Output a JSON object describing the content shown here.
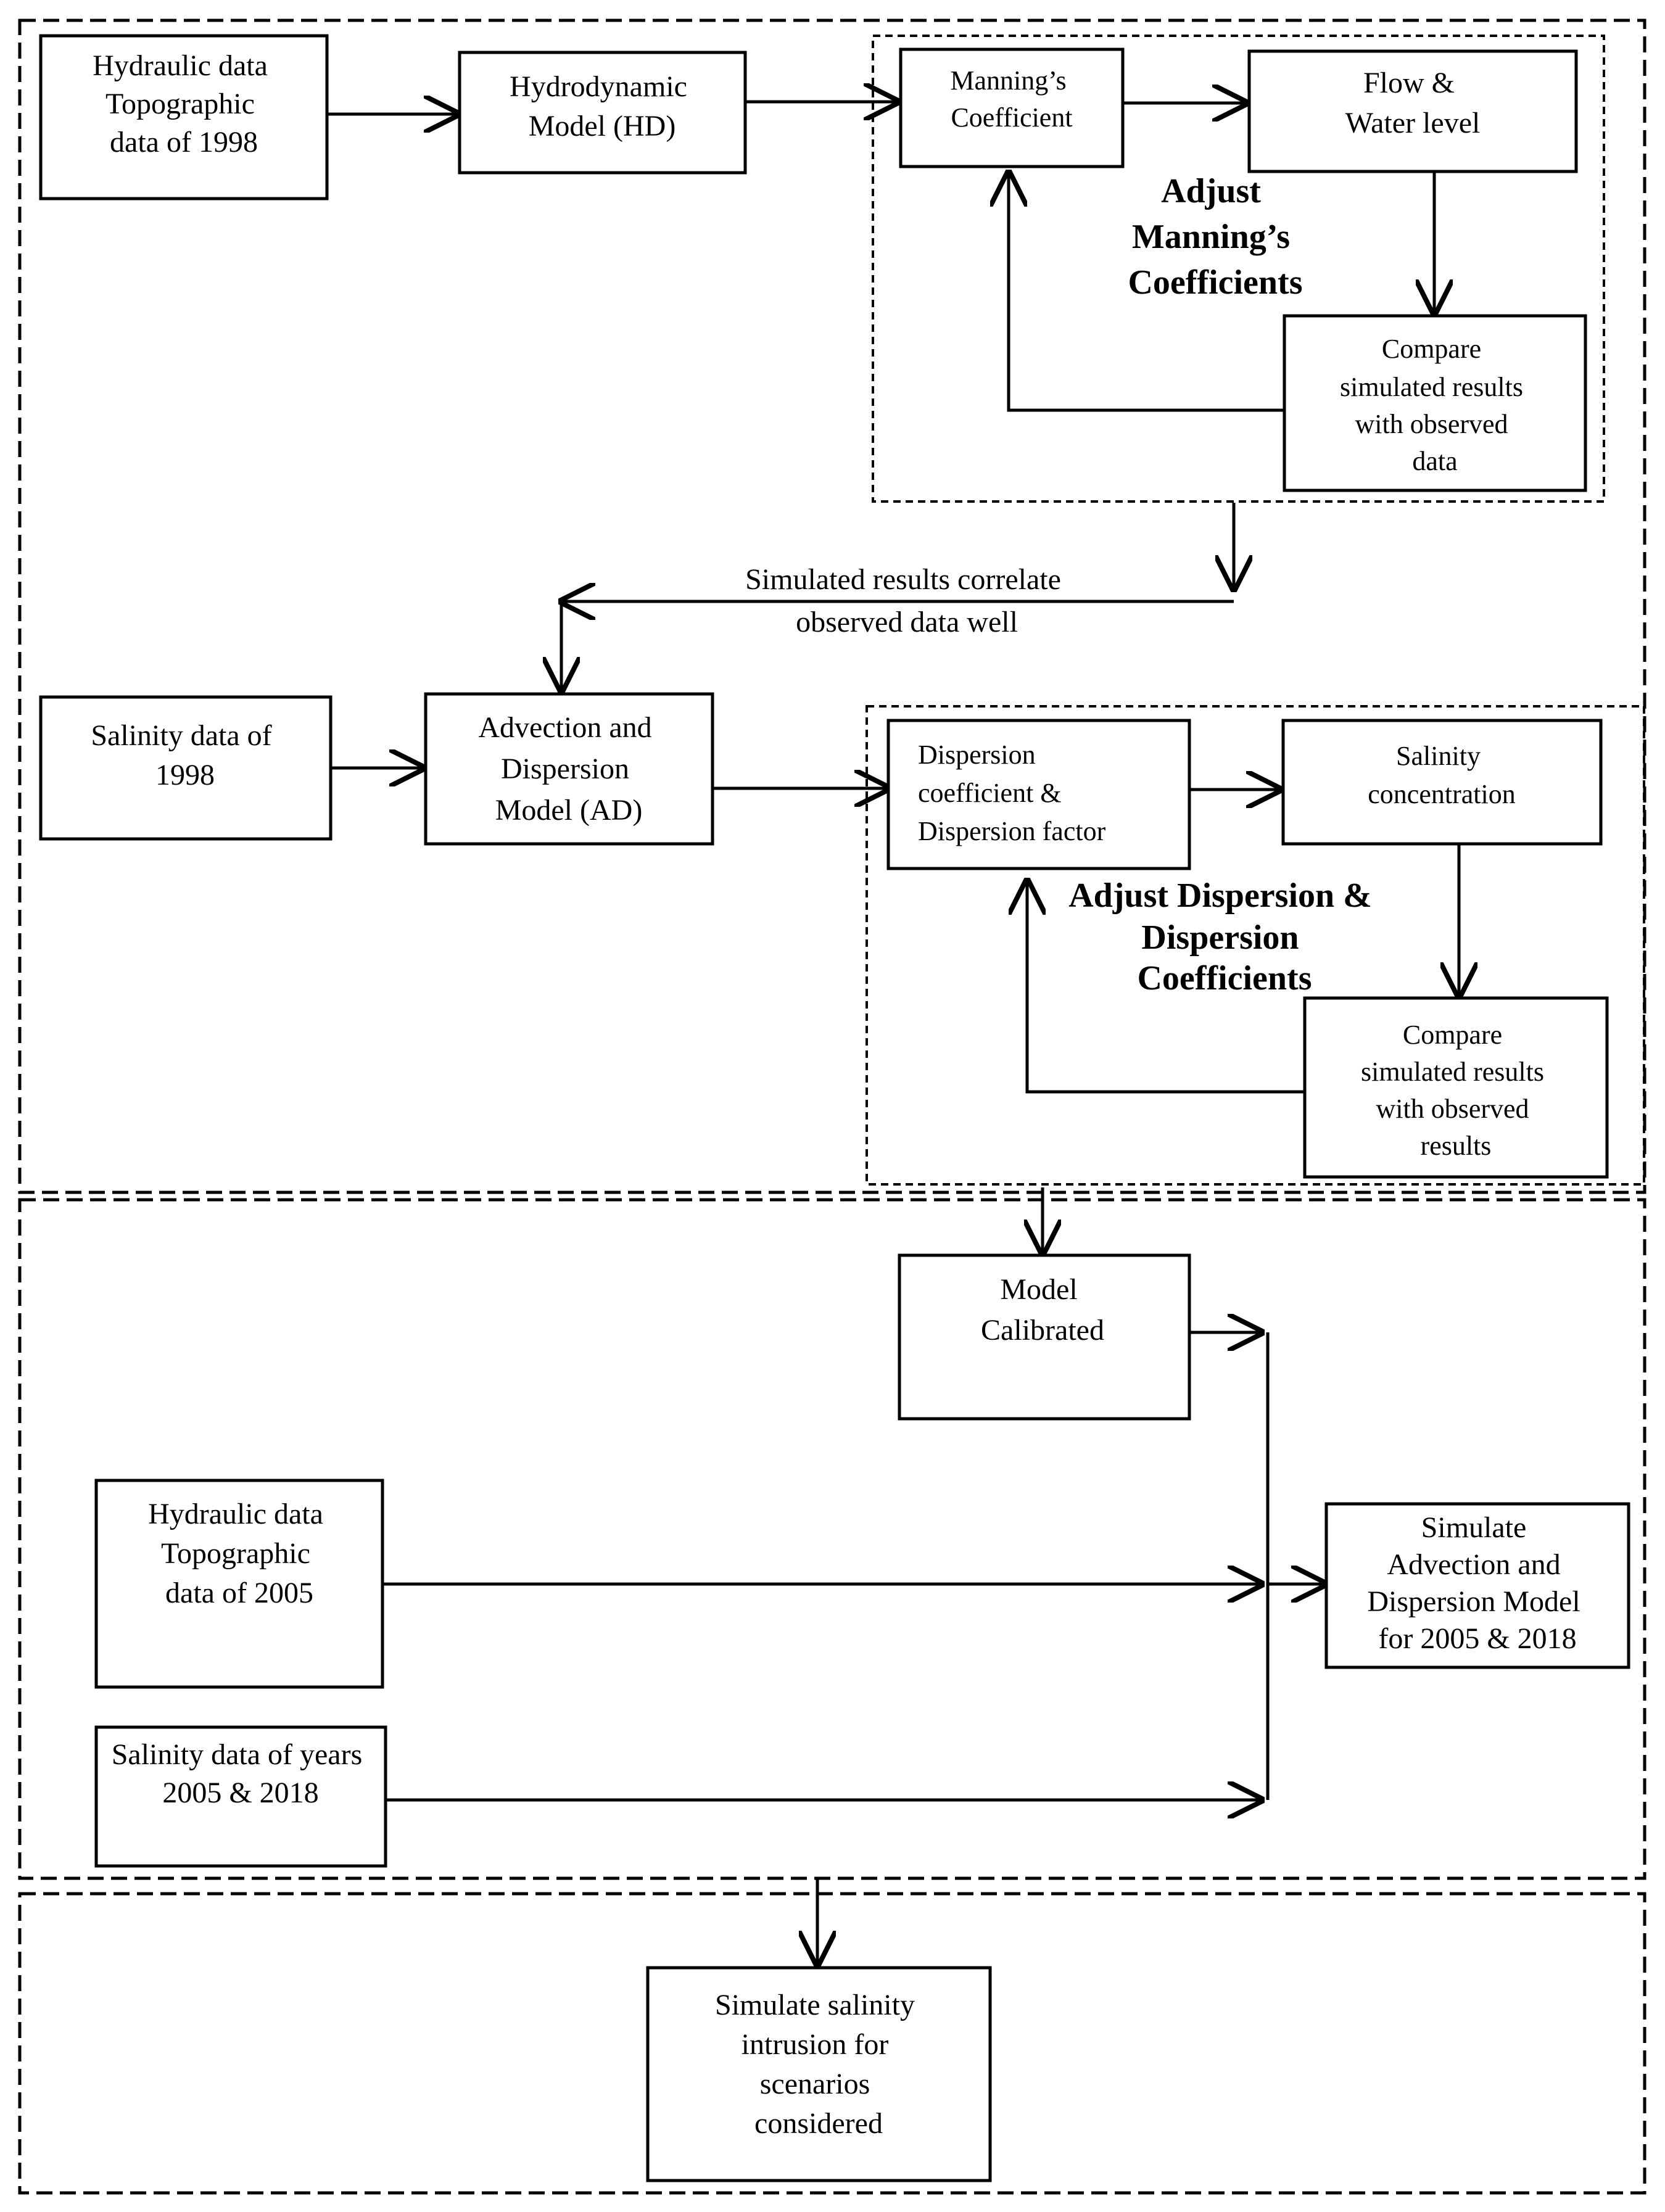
{
  "nodes": {
    "hydraulic_1998": [
      "Hydraulic data",
      "Topographic",
      "data of 1998"
    ],
    "hd_model": [
      "Hydrodynamic",
      "Model (HD)"
    ],
    "manning_coeff": [
      "Manning’s",
      "Coefficient"
    ],
    "flow_water_level": [
      "Flow &",
      "Water level"
    ],
    "adjust_manning": [
      "Adjust",
      "Manning’s",
      "Coefficients"
    ],
    "compare_hd": [
      "Compare",
      "simulated results",
      "with observed",
      "data"
    ],
    "correlate_label": [
      "Simulated results correlate",
      "observed data well"
    ],
    "salinity_1998": [
      "Salinity data of",
      "1998"
    ],
    "ad_model": [
      "Advection and",
      "Dispersion",
      "Model (AD)"
    ],
    "dispersion_coeff": [
      "Dispersion",
      "coefficient  &",
      "Dispersion factor"
    ],
    "salinity_conc": [
      "Salinity",
      "concentration"
    ],
    "adjust_dispersion": [
      "Adjust Dispersion &",
      "Dispersion",
      "Coefficients"
    ],
    "compare_ad": [
      "Compare",
      "simulated results",
      "with observed",
      "results"
    ],
    "model_calibrated": [
      "Model",
      "Calibrated"
    ],
    "hydraulic_2005": [
      "Hydraulic data",
      "Topographic",
      "data of 2005"
    ],
    "salinity_2005_2018": [
      "Salinity data of years",
      "2005 & 2018"
    ],
    "simulate_ad": [
      "Simulate",
      "Advection and",
      "Dispersion Model",
      "for 2005 & 2018"
    ],
    "simulate_salinity": [
      "Simulate salinity",
      "intrusion for",
      "scenarios",
      "considered"
    ]
  }
}
